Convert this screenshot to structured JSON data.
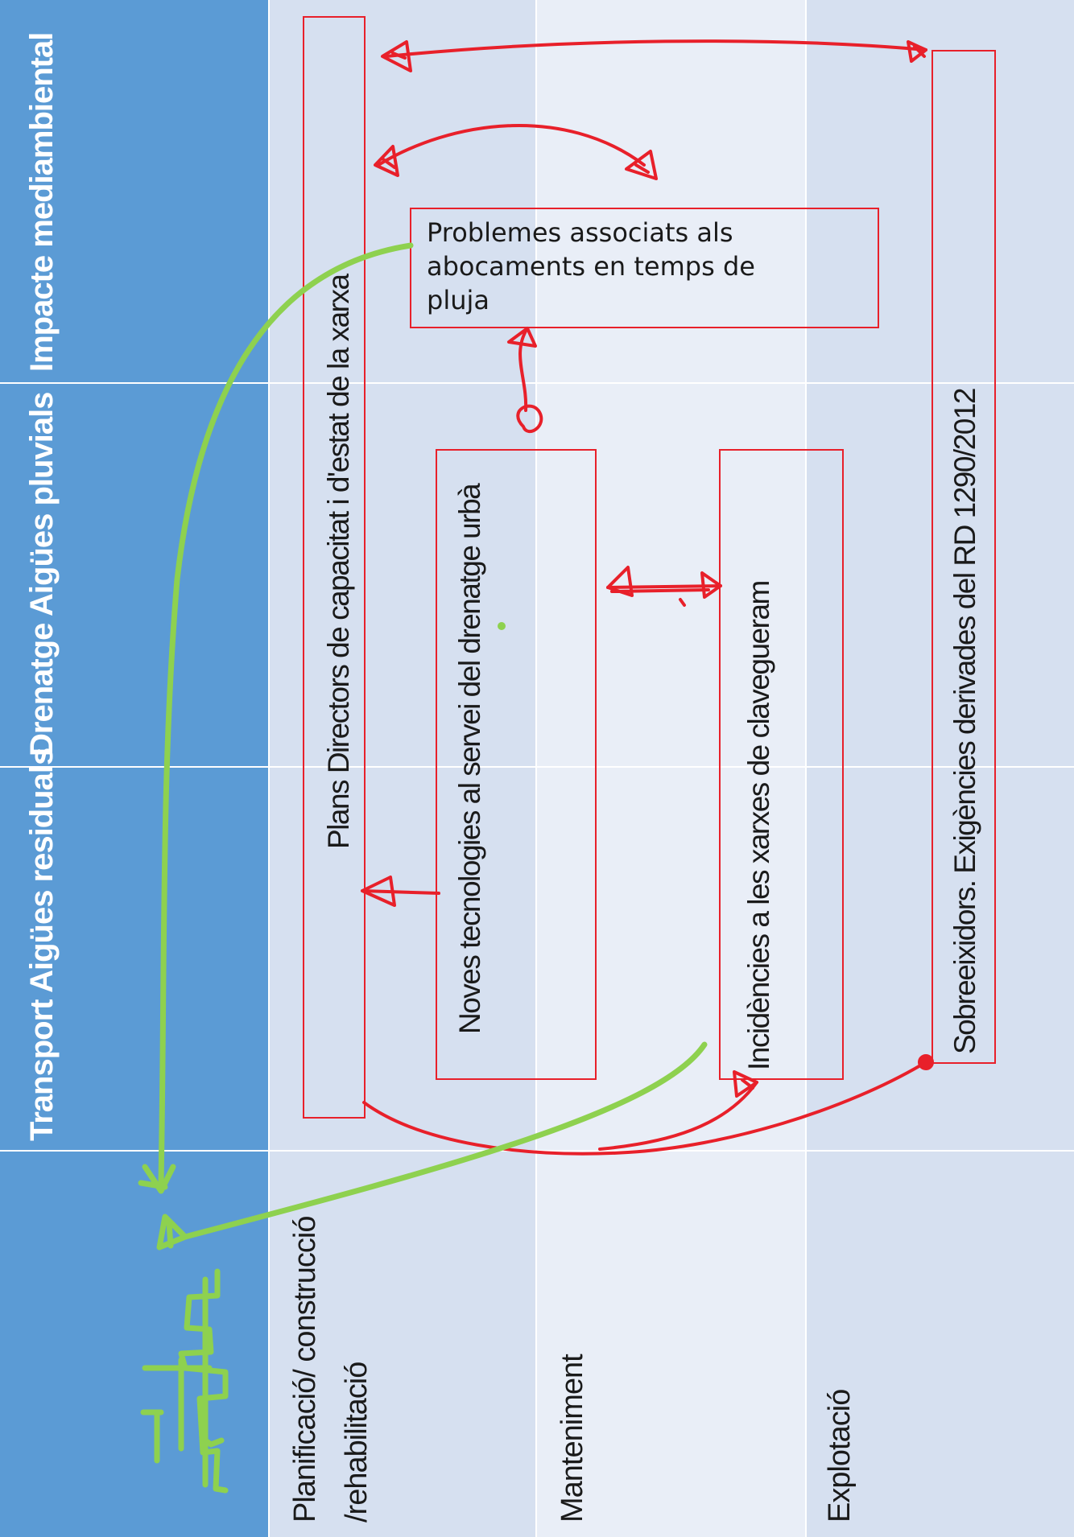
{
  "columns": [
    "Impacte mediambiental",
    "Drenatge Aigües pluvials",
    "Transport  Aigües residuals"
  ],
  "rows": [
    {
      "line1": "Planificació/ construcció",
      "line2": "/rehabilitació"
    },
    {
      "line1": "Manteniment",
      "line2": ""
    },
    {
      "line1": "Explotació",
      "line2": ""
    }
  ],
  "boxes": {
    "plans": "Plans Directors de capacitat i d'estat de la xarxa",
    "noves": "Noves tecnologies al servei del drenatge urbà",
    "incidencies": "Incidències a les xarxes de clavegueram",
    "sobreeixidors": "Sobreeixidors. Exigències derivades del RD 1290/2012",
    "problemes": [
      "Problemes associats als",
      "abocaments en temps de",
      "pluja"
    ]
  },
  "colors": {
    "header": "#5b9bd5",
    "band_a": "#d6e0f0",
    "band_b": "#e9eef7",
    "annotation_red": "#e8202a",
    "annotation_green": "#8ed14f"
  },
  "icons": [
    "factory-sketch-icon"
  ]
}
